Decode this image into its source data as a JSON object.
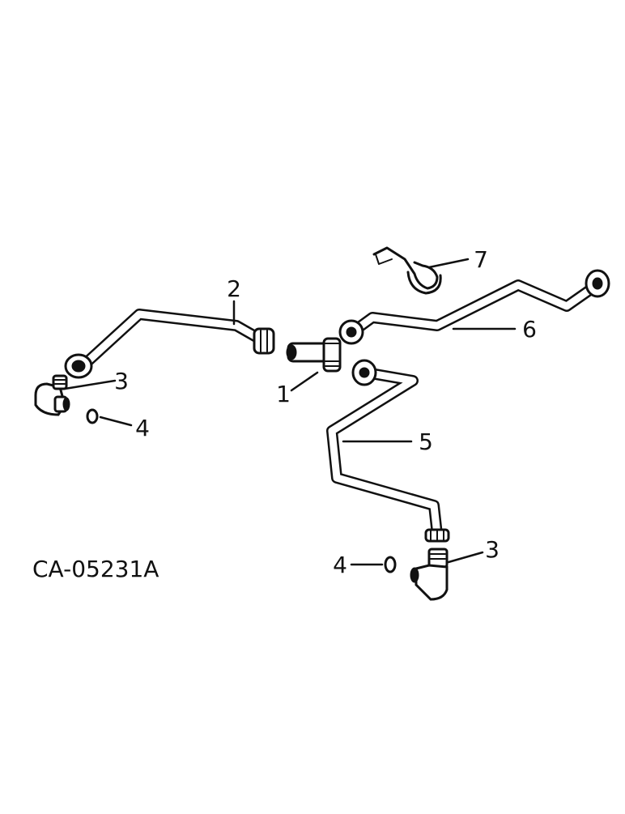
{
  "drawing_id": "CA-05231A",
  "callouts": {
    "part_1": "1",
    "part_2": "2",
    "part_3_left": "3",
    "part_3_right": "3",
    "part_4_left": "4",
    "part_4_right": "4",
    "part_5": "5",
    "part_6": "6",
    "part_7": "7"
  }
}
